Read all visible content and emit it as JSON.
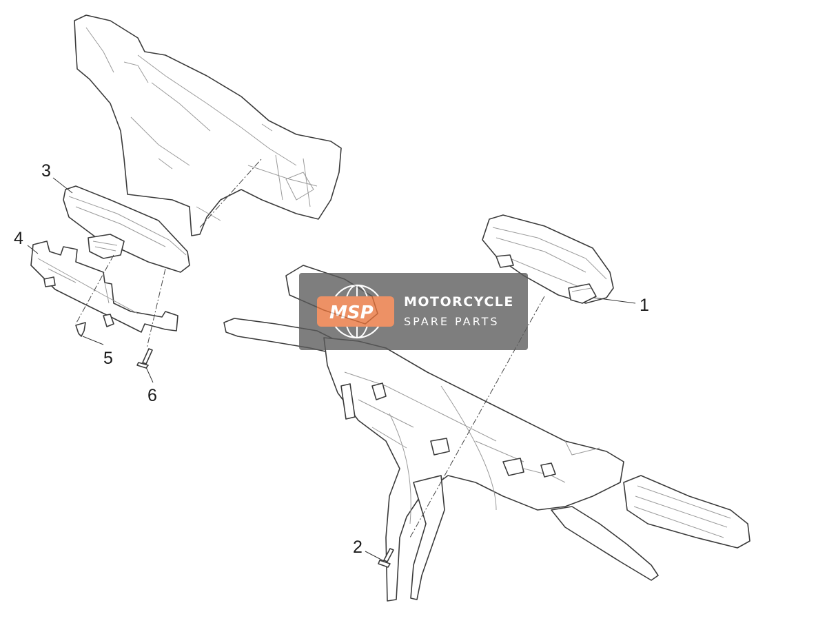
{
  "diagram": {
    "callouts": [
      {
        "id": "1",
        "label": "1"
      },
      {
        "id": "2",
        "label": "2"
      },
      {
        "id": "3",
        "label": "3"
      },
      {
        "id": "4",
        "label": "4"
      },
      {
        "id": "5",
        "label": "5"
      },
      {
        "id": "6",
        "label": "6"
      }
    ]
  },
  "watermark": {
    "logo_text": "MSP",
    "title": "MOTORCYCLE",
    "subtitle": "SPARE PARTS",
    "bg_color": "#5a5a5a",
    "accent_color": "#e8733a"
  }
}
